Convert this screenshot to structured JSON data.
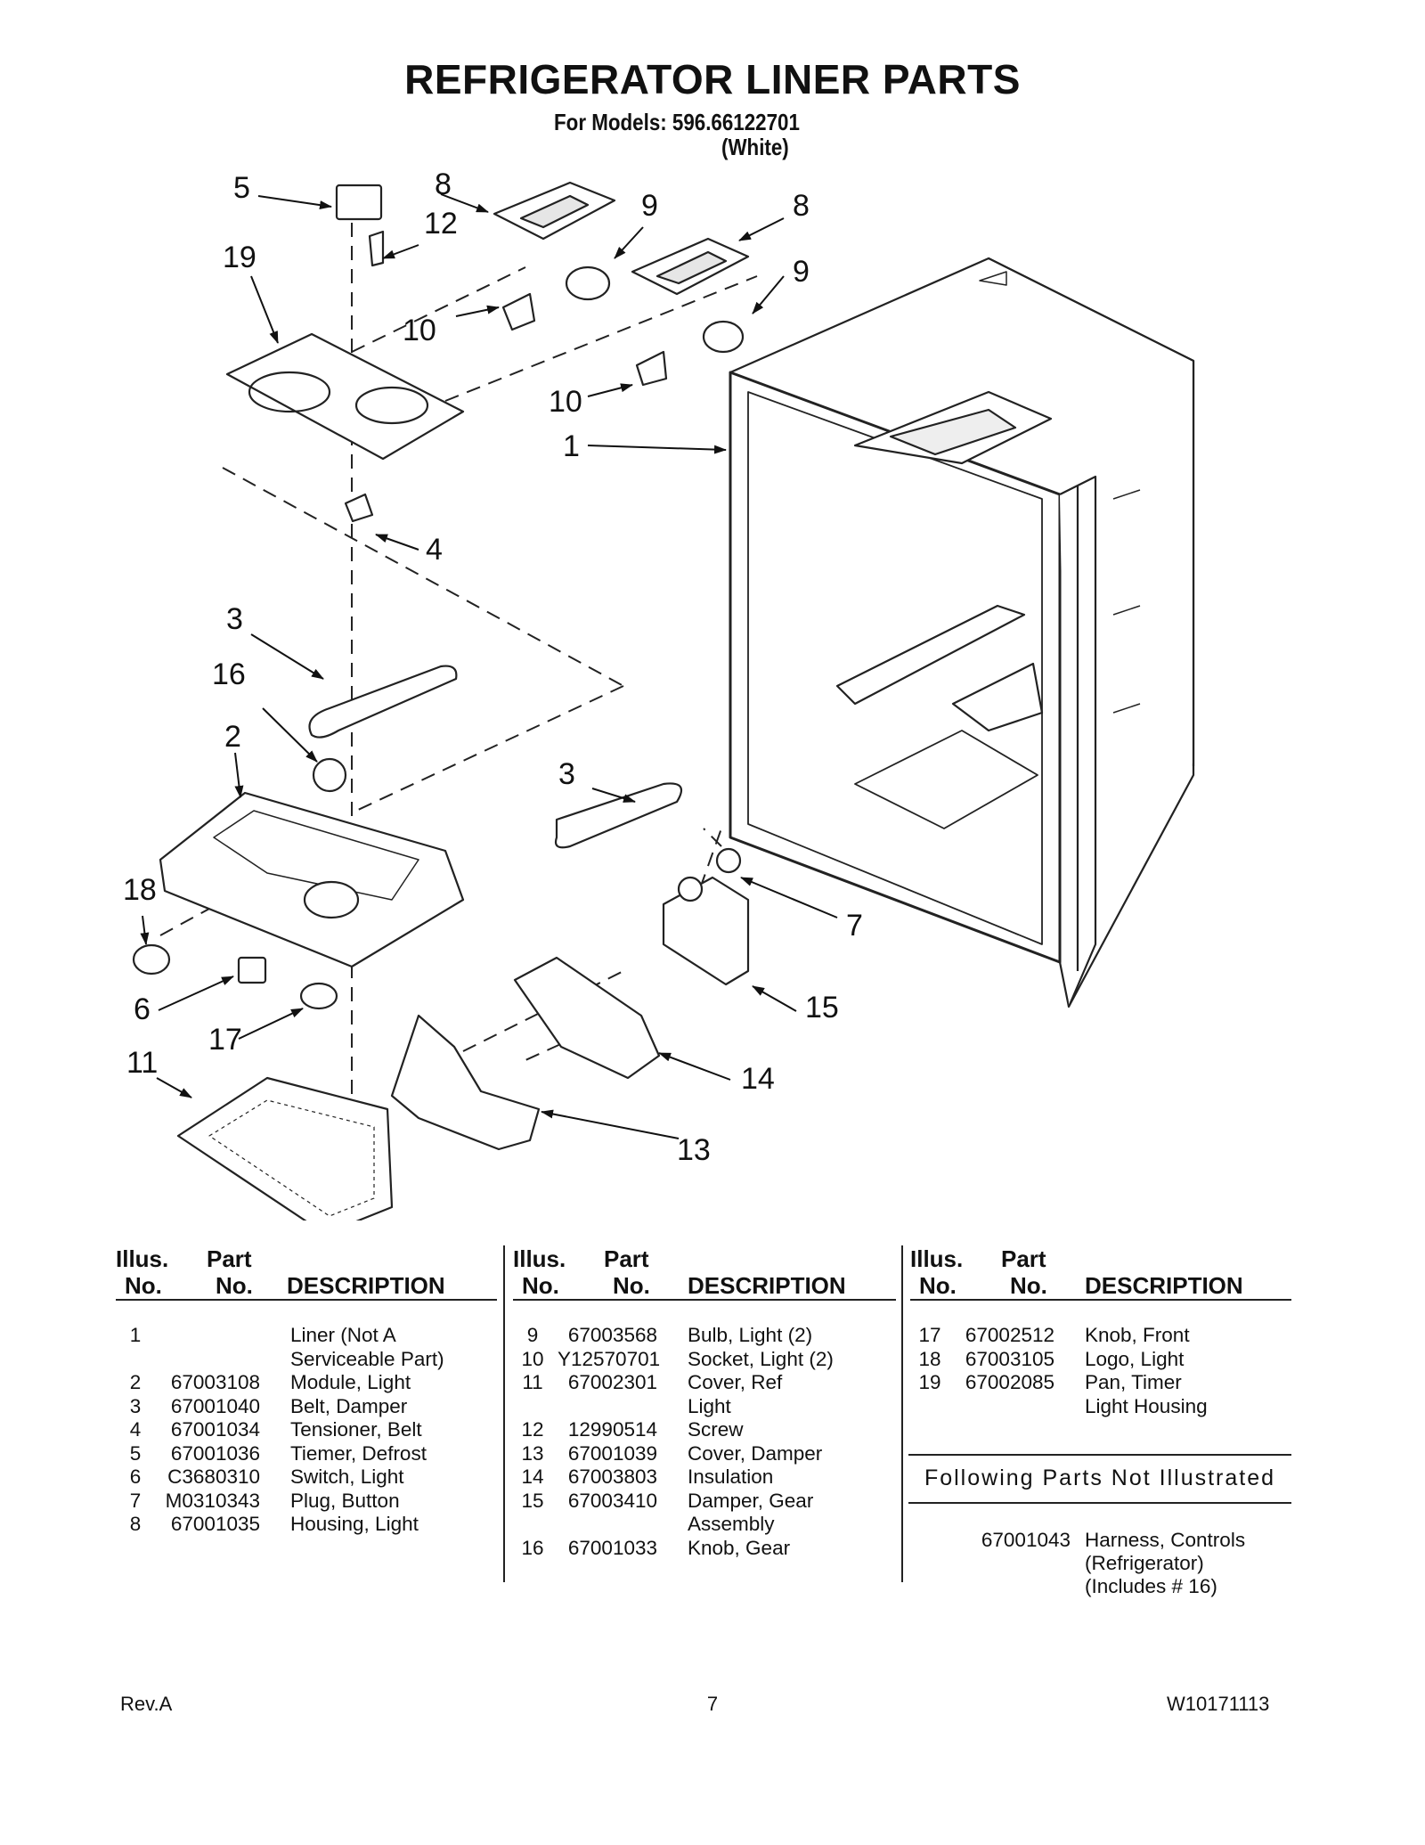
{
  "header": {
    "title": "REFRIGERATOR LINER PARTS",
    "models": "For Models: 596.66122701",
    "color": "(White)"
  },
  "callouts": [
    "1",
    "2",
    "3",
    "3",
    "4",
    "5",
    "6",
    "7",
    "8",
    "8",
    "9",
    "9",
    "10",
    "10",
    "11",
    "12",
    "13",
    "14",
    "15",
    "16",
    "17",
    "18",
    "19"
  ],
  "table_headers": {
    "illus_line1": "Illus.",
    "illus_line2": "No.",
    "part_line1": "Part",
    "part_line2": "No.",
    "description": "DESCRIPTION"
  },
  "columns": [
    [
      {
        "illus": "1",
        "part": "",
        "desc": [
          "Liner (Not A",
          "Serviceable Part)"
        ]
      },
      {
        "illus": "2",
        "part": "67003108",
        "desc": [
          "Module, Light"
        ]
      },
      {
        "illus": "3",
        "part": "67001040",
        "desc": [
          "Belt, Damper"
        ]
      },
      {
        "illus": "4",
        "part": "67001034",
        "desc": [
          "Tensioner, Belt"
        ]
      },
      {
        "illus": "5",
        "part": "67001036",
        "desc": [
          "Tiemer, Defrost"
        ]
      },
      {
        "illus": "6",
        "part": "C3680310",
        "desc": [
          "Switch, Light"
        ]
      },
      {
        "illus": "7",
        "part": "M0310343",
        "desc": [
          "Plug, Button"
        ]
      },
      {
        "illus": "8",
        "part": "67001035",
        "desc": [
          "Housing, Light"
        ]
      }
    ],
    [
      {
        "illus": "9",
        "part": "67003568",
        "desc": [
          "Bulb, Light (2)"
        ]
      },
      {
        "illus": "10",
        "part": "Y12570701",
        "desc": [
          "Socket, Light (2)"
        ]
      },
      {
        "illus": "11",
        "part": "67002301",
        "desc": [
          "Cover, Ref",
          "Light"
        ]
      },
      {
        "illus": "12",
        "part": "12990514",
        "desc": [
          "Screw"
        ]
      },
      {
        "illus": "13",
        "part": "67001039",
        "desc": [
          "Cover, Damper"
        ]
      },
      {
        "illus": "14",
        "part": "67003803",
        "desc": [
          "Insulation"
        ]
      },
      {
        "illus": "15",
        "part": "67003410",
        "desc": [
          "Damper, Gear",
          "Assembly"
        ]
      },
      {
        "illus": "16",
        "part": "67001033",
        "desc": [
          "Knob, Gear"
        ]
      }
    ],
    [
      {
        "illus": "17",
        "part": "67002512",
        "desc": [
          "Knob, Front"
        ]
      },
      {
        "illus": "18",
        "part": "67003105",
        "desc": [
          "Logo, Light"
        ]
      },
      {
        "illus": "19",
        "part": "67002085",
        "desc": [
          "Pan, Timer",
          "Light Housing"
        ]
      }
    ]
  ],
  "not_illustrated": {
    "title": "Following Parts Not Illustrated",
    "part": "67001043",
    "desc": [
      "Harness, Controls",
      "(Refrigerator)",
      "(Includes # 16)"
    ]
  },
  "footer": {
    "revision": "Rev.A",
    "page": "7",
    "doc_number": "W10171113"
  }
}
